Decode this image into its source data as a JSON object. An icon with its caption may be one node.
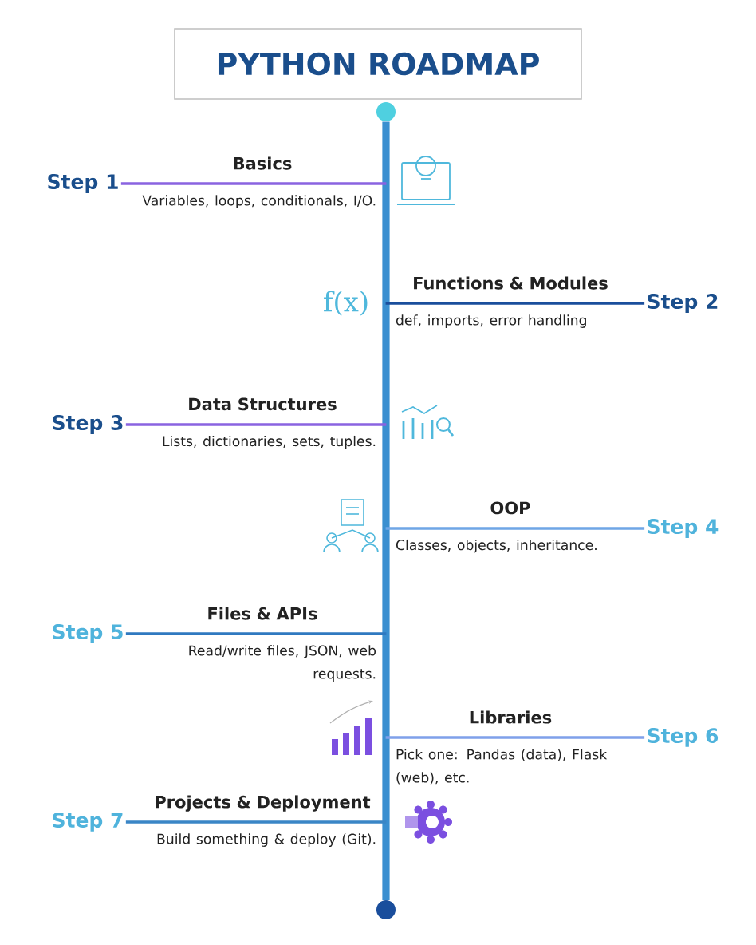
{
  "diagram": {
    "title": "PYTHON ROADMAP",
    "nodes": [
      {
        "text": [],
        "shape": "circle"
      },
      {
        "text": [
          "Step 1"
        ]
      },
      {
        "text": [
          "Basics",
          "Variables, loops, conditionals, I/O."
        ]
      },
      {
        "text": [
          "Functions & Modules",
          "def, imports, error handling"
        ]
      },
      {
        "text": [
          "Step 2"
        ]
      },
      {
        "text": [
          "Step 3"
        ]
      },
      {
        "text": [
          "Data Structures",
          "Lists, dictionaries, sets, tuples."
        ]
      },
      {
        "text": [
          "OOP",
          "Classes, objects, inheritance."
        ]
      },
      {
        "text": [
          "Step 4"
        ]
      },
      {
        "text": [
          "Step 5"
        ]
      },
      {
        "text": [
          "Files & APIs",
          "Read/write files, JSON, web requests."
        ]
      },
      {
        "text": [
          "Libraries",
          "Pick one: Pandas (data), Flask (web), etc."
        ]
      },
      {
        "text": [
          "Step 6"
        ]
      },
      {
        "text": [
          "Step 7"
        ]
      },
      {
        "text": [
          "Projects & Deployment",
          "Build something & deploy (Git)."
        ]
      },
      {
        "text": [],
        "shape": "circle"
      }
    ],
    "edges": [
      {
        "from": 0,
        "to": 15,
        "arrow": "none",
        "style": "thick",
        "color": "#3a8fd0"
      },
      {
        "from": 1,
        "to": 2,
        "arrow": "none",
        "color": "#8a63e0"
      },
      {
        "from": 4,
        "to": 3,
        "arrow": "none",
        "color": "#1a4e9c"
      },
      {
        "from": 5,
        "to": 6,
        "arrow": "none",
        "color": "#8a63e0"
      },
      {
        "from": 8,
        "to": 7,
        "arrow": "none",
        "color": "#6fa6e6"
      },
      {
        "from": 9,
        "to": 10,
        "arrow": "none",
        "color": "#2f79c0"
      },
      {
        "from": 12,
        "to": 11,
        "arrow": "none",
        "color": "#7fa0ea"
      },
      {
        "from": 13,
        "to": 14,
        "arrow": "none",
        "color": "#3a86c6"
      }
    ],
    "labels": [
      "f(x)"
    ]
  }
}
